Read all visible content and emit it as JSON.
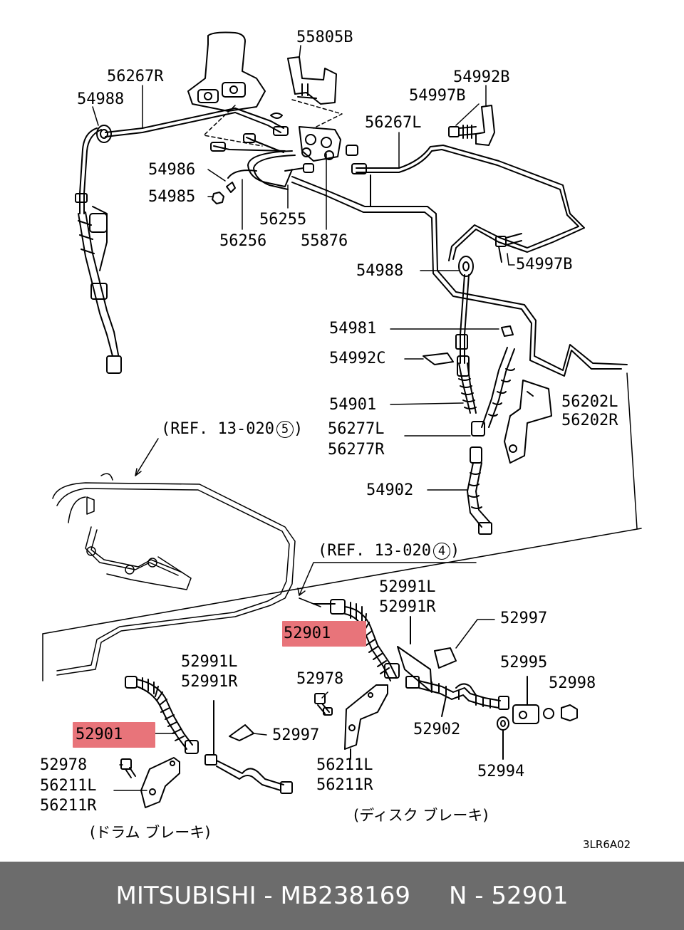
{
  "colors": {
    "highlight": "#e8747a",
    "footer_bg": "#6c6c6c",
    "footer_text": "#ffffff",
    "line": "#000000"
  },
  "labels": {
    "l_55805B": "55805B",
    "l_56267R": "56267R",
    "l_54988_top": "54988",
    "l_54992B": "54992B",
    "l_54997B_top": "54997B",
    "l_56267L": "56267L",
    "l_54986": "54986",
    "l_54985": "54985",
    "l_56255": "56255",
    "l_56256": "56256",
    "l_55876": "55876",
    "l_54988_mid": "54988",
    "l_54997B_mid": "54997B",
    "l_54981": "54981",
    "l_54992C": "54992C",
    "l_54901": "54901",
    "l_56202L": "56202L",
    "l_56202R": "56202R",
    "l_56277L": "56277L",
    "l_56277R": "56277R",
    "l_ref5": "(REF. 13-020",
    "l_ref5_num": "5",
    "l_54902": "54902",
    "l_ref4": "(REF. 13-020",
    "l_ref4_num": "4",
    "l_52991L_right": "52991L",
    "l_52991R_right": "52991R",
    "l_52901_right": "52901",
    "l_52997_right": "52997",
    "l_52991L_left": "52991L",
    "l_52991R_left": "52991R",
    "l_52978_mid": "52978",
    "l_52995": "52995",
    "l_52998": "52998",
    "l_52901_left": "52901",
    "l_52997_left": "52997",
    "l_52902": "52902",
    "l_52978_left": "52978",
    "l_56211L_left": "56211L",
    "l_56211R_left": "56211R",
    "l_56211L_right": "56211L",
    "l_56211R_right": "56211R",
    "l_52994": "52994",
    "l_disc": "(ディスク ブレーキ)",
    "l_drum": "(ドラム ブレーキ)",
    "l_code": "3LR6A02"
  },
  "footer": {
    "text": "MITSUBISHI - MB238169     N - 52901"
  }
}
